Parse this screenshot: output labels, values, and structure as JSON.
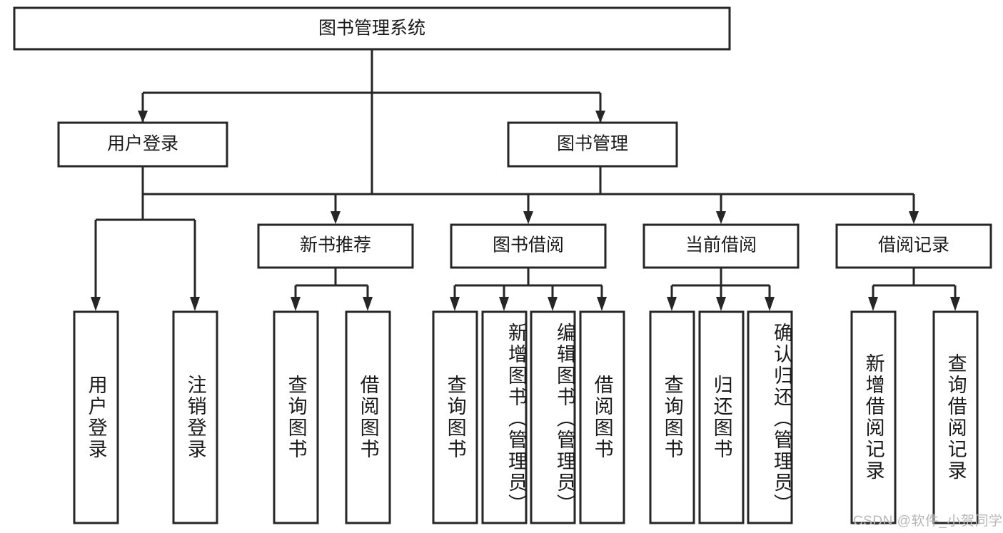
{
  "diagram": {
    "type": "tree-hierarchy-chart",
    "title": "图书管理系统",
    "orientation": "top-down",
    "style": {
      "box_fill": "#ffffff",
      "box_stroke": "#262626",
      "text_color": "#1a1a1a",
      "watermark_color": "#b8b8b8"
    },
    "root": {
      "label": "图书管理系统",
      "level": 0
    },
    "level1": [
      {
        "id": "user-login",
        "label": "用户登录"
      },
      {
        "id": "book-manage",
        "label": "图书管理"
      }
    ],
    "level2": [
      {
        "id": "new-book-recommend",
        "label": "新书推荐",
        "parent": "book-manage"
      },
      {
        "id": "book-borrow",
        "label": "图书借阅",
        "parent": "book-manage"
      },
      {
        "id": "current-borrow",
        "label": "当前借阅",
        "parent": "book-manage"
      },
      {
        "id": "borrow-record",
        "label": "借阅记录",
        "parent": "book-manage"
      }
    ],
    "leaves": {
      "user-login": [
        {
          "id": "leaf-user-login",
          "label": "用户登录"
        },
        {
          "id": "leaf-logout",
          "label": "注销登录"
        }
      ],
      "new-book-recommend": [
        {
          "id": "leaf-query-book-1",
          "label": "查询图书"
        },
        {
          "id": "leaf-borrow-book-1",
          "label": "借阅图书"
        }
      ],
      "book-borrow": [
        {
          "id": "leaf-query-book-2",
          "label": "查询图书"
        },
        {
          "id": "leaf-add-book",
          "label": "新增图书（管理员）"
        },
        {
          "id": "leaf-edit-book",
          "label": "编辑图书（管理员）"
        },
        {
          "id": "leaf-borrow-book-2",
          "label": "借阅图书"
        }
      ],
      "current-borrow": [
        {
          "id": "leaf-query-book-3",
          "label": "查询图书"
        },
        {
          "id": "leaf-return-book",
          "label": "归还图书"
        },
        {
          "id": "leaf-confirm-return",
          "label": "确认归还（管理员）"
        }
      ],
      "borrow-record": [
        {
          "id": "leaf-add-record",
          "label": "新增借阅记录"
        },
        {
          "id": "leaf-query-record",
          "label": "查询借阅记录"
        }
      ]
    }
  },
  "watermark": {
    "text": "CSDN @软件_小贺同学"
  }
}
